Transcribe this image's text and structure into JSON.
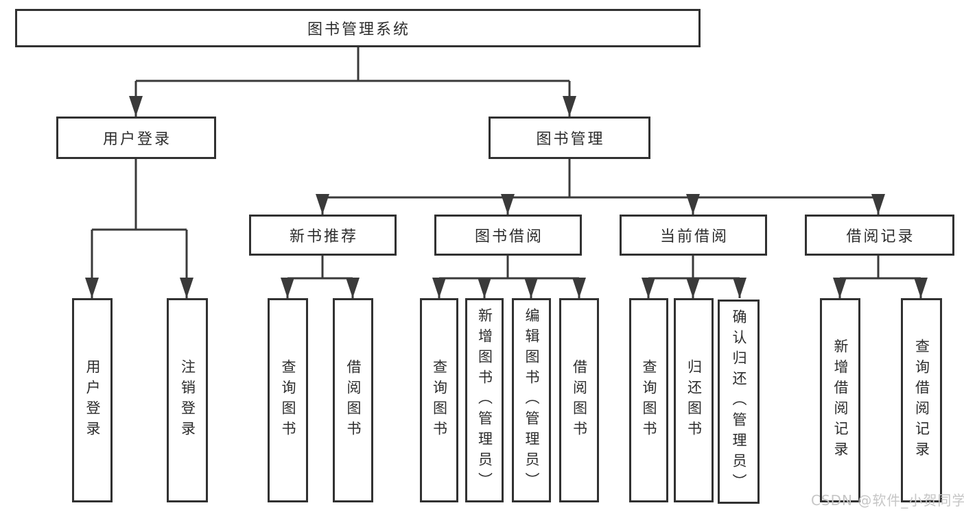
{
  "diagram": {
    "root": "图书管理系统",
    "level2": [
      "用户登录",
      "图书管理"
    ],
    "level3": [
      "新书推荐",
      "图书借阅",
      "当前借阅",
      "借阅记录"
    ],
    "leaves": [
      [
        "用户登录",
        "注销登录"
      ],
      [
        "查询图书",
        "借阅图书"
      ],
      [
        "查询图书",
        "新增图书（管理员）",
        "编辑图书（管理员）",
        "借阅图书"
      ],
      [
        "查询图书",
        "归还图书",
        "确认归还（管理员）"
      ],
      [
        "新增借阅记录",
        "查询借阅记录"
      ]
    ]
  },
  "watermark": {
    "text": "CSDN @软件_小贺同学"
  },
  "colors": {
    "line": "#3a3a3a",
    "border": "#313131",
    "text": "#2d2d2d",
    "background": "#ffffff",
    "watermark": "#c6c6c6"
  }
}
